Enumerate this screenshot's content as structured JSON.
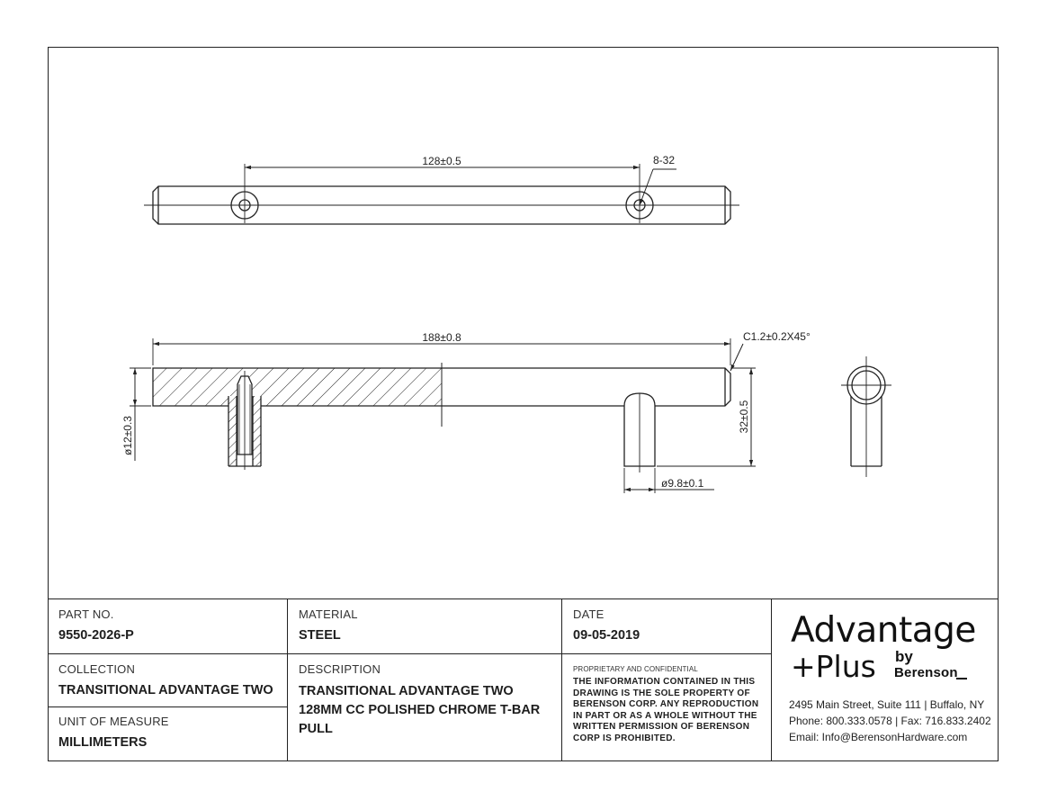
{
  "drawing": {
    "top_view": {
      "hole_spacing_dim": "128±0.5",
      "thread_callout": "8-32"
    },
    "side_view": {
      "length_dim": "188±0.8",
      "chamfer_callout": "C1.2±0.2X45°",
      "bar_diameter_dim": "ø12±0.3",
      "height_dim": "32±0.5",
      "post_diameter_dim": "ø9.8±0.1"
    }
  },
  "title_block": {
    "part_no": {
      "label": "PART NO.",
      "value": "9550-2026-P"
    },
    "material": {
      "label": "MATERIAL",
      "value": "STEEL"
    },
    "date": {
      "label": "DATE",
      "value": "09-05-2019"
    },
    "collection": {
      "label": "COLLECTION",
      "value": "TRANSITIONAL ADVANTAGE TWO"
    },
    "description": {
      "label": "DESCRIPTION",
      "value": "TRANSITIONAL ADVANTAGE TWO 128MM CC POLISHED CHROME T-BAR PULL"
    },
    "unit_of_measure": {
      "label": "UNIT OF MEASURE",
      "value": "MILLIMETERS"
    },
    "proprietary": {
      "heading": "PROPRIETARY AND CONFIDENTIAL",
      "body": "THE INFORMATION CONTAINED IN THIS DRAWING IS THE SOLE PROPERTY OF BERENSON CORP. ANY REPRODUCTION IN PART OR AS A WHOLE WITHOUT THE WRITTEN PERMISSION OF BERENSON CORP IS PROHIBITED."
    },
    "company": {
      "logo_line1": "Advantage",
      "logo_line2": "+Plus",
      "logo_by": "by",
      "logo_brand": "Berenson",
      "address": "2495 Main Street, Suite 111 | Buffalo, NY",
      "phone_fax": "Phone: 800.333.0578 | Fax: 716.833.2402",
      "email": "Email: Info@BerensonHardware.com"
    }
  }
}
